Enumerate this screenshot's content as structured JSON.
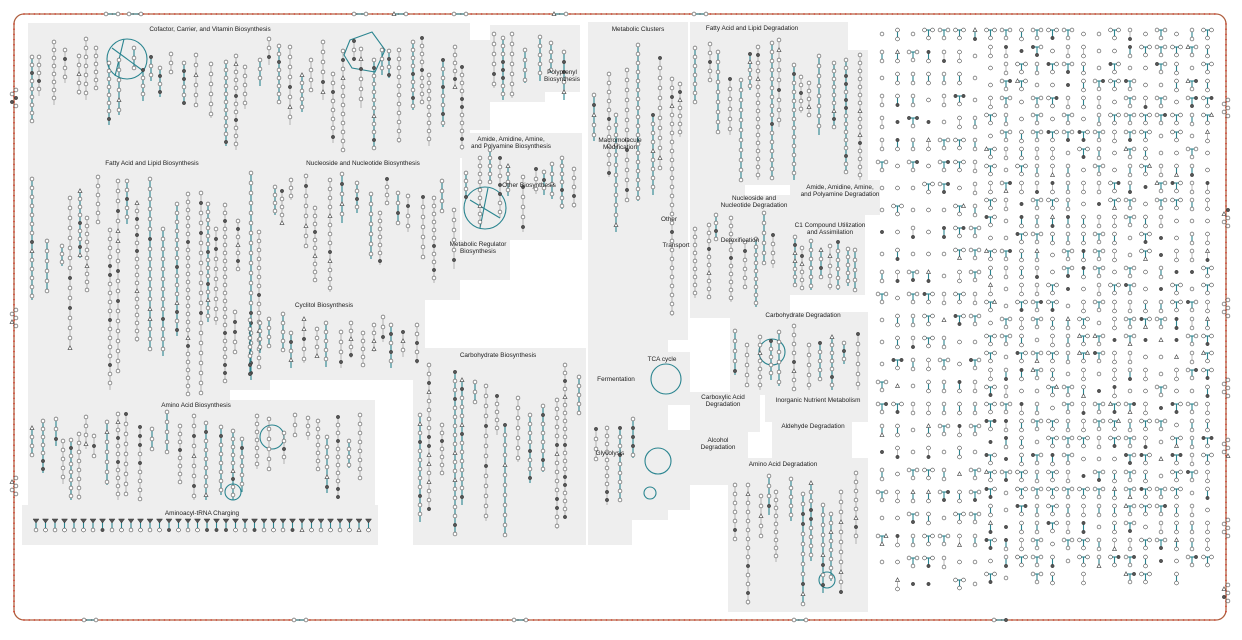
{
  "colors": {
    "region_fill": "#eeeeee",
    "edge": "#2b8590",
    "node_stroke": "#444444",
    "node_dark": "#555555",
    "border": "#b06040"
  },
  "regions": [
    {
      "id": "cofactor",
      "label": "Cofactor, Carrier, and Vitamin Biosynthesis"
    },
    {
      "id": "fa-biosyn",
      "label": "Fatty Acid and Lipid Biosynthesis"
    },
    {
      "id": "nucleo-biosyn",
      "label": "Nucleoside and Nucleotide Biosynthesis"
    },
    {
      "id": "amide-biosyn",
      "label": "Amide, Amidine, Amine,\nand Polyamine Biosynthesis"
    },
    {
      "id": "polyprenyl",
      "label": "Polyprenyl\nBiosynthesis"
    },
    {
      "id": "other-biosyn",
      "label": "Other Biosynthesis"
    },
    {
      "id": "metab-reg",
      "label": "Metabolic Regulator\nBiosynthesis"
    },
    {
      "id": "cyclitol",
      "label": "Cyclitol Biosynthesis"
    },
    {
      "id": "amino-biosyn",
      "label": "Amino Acid Biosynthesis"
    },
    {
      "id": "trna",
      "label": "Aminoacyl-tRNA Charging"
    },
    {
      "id": "carb-biosyn",
      "label": "Carbohydrate Biosynthesis"
    },
    {
      "id": "metab-clusters",
      "label": "Metabolic Clusters"
    },
    {
      "id": "macromol",
      "label": "Macromolecule\nModification"
    },
    {
      "id": "other",
      "label": "Other"
    },
    {
      "id": "transport",
      "label": "Transport"
    },
    {
      "id": "tca",
      "label": "TCA cycle"
    },
    {
      "id": "fermentation",
      "label": "Fermentation"
    },
    {
      "id": "glycolysis",
      "label": "Glycolysis"
    },
    {
      "id": "fa-degr",
      "label": "Fatty Acid and Lipid Degradation"
    },
    {
      "id": "nucleo-degr",
      "label": "Nucleoside and\nNucleotide Degradation"
    },
    {
      "id": "amide-degr",
      "label": "Amide, Amidine, Amine,\nand Polyamine Degradation"
    },
    {
      "id": "c1",
      "label": "C1 Compound Utilization\nand Assimilation"
    },
    {
      "id": "detox",
      "label": "Detoxification"
    },
    {
      "id": "carb-degr",
      "label": "Carbohydrate Degradation"
    },
    {
      "id": "carboxylic",
      "label": "Carboxylic Acid\nDegradation"
    },
    {
      "id": "inorganic",
      "label": "Inorganic Nutrient Metabolism"
    },
    {
      "id": "aldehyde",
      "label": "Aldehyde Degradation"
    },
    {
      "id": "alcohol",
      "label": "Alcohol\nDegradation"
    },
    {
      "id": "amino-degr",
      "label": "Amino Acid Degradation"
    }
  ]
}
